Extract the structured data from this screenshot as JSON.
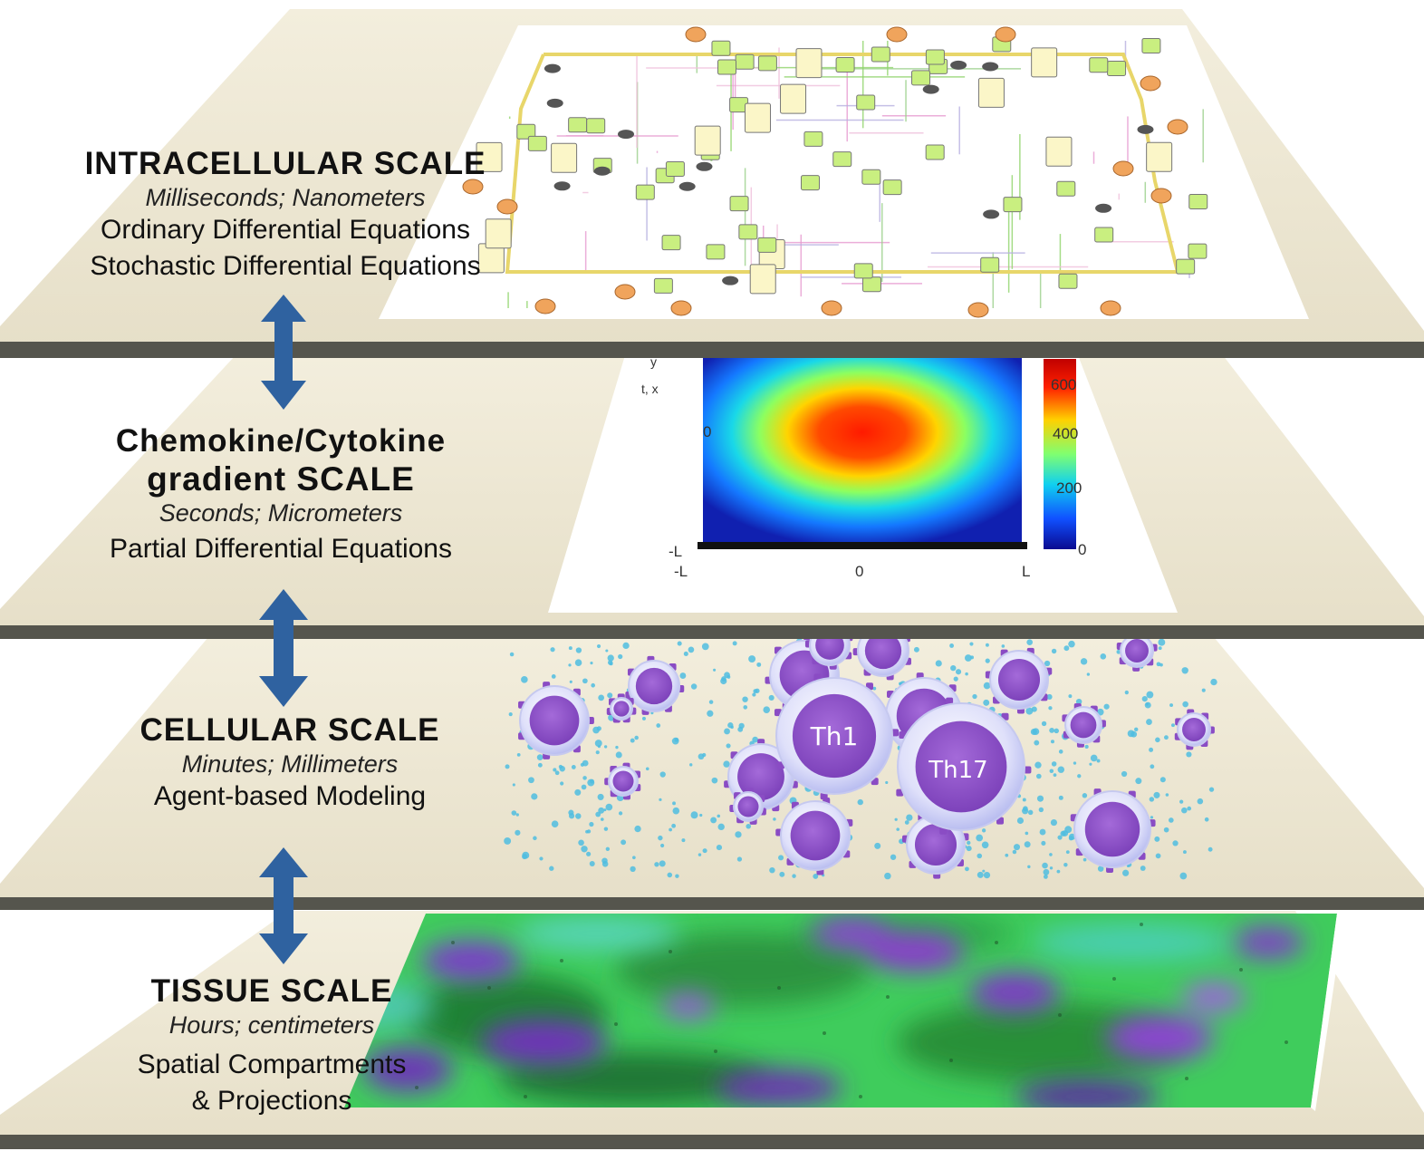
{
  "layers": [
    {
      "title": "INTRACELLULAR SCALE",
      "subtitle": "Milliseconds; Nanometers",
      "methods": [
        "Ordinary Differential Equations",
        "Stochastic Differential Equations"
      ]
    },
    {
      "title_lines": [
        "Chemokine/Cytokine",
        "gradient SCALE"
      ],
      "subtitle": "Seconds; Micrometers",
      "methods": [
        "Partial Differential Equations"
      ]
    },
    {
      "title": "CELLULAR SCALE",
      "subtitle": "Minutes; Millimeters",
      "methods": [
        "Agent-based Modeling"
      ]
    },
    {
      "title": "TISSUE SCALE",
      "subtitle": "Hours; centimeters",
      "methods": [
        "Spatial Compartments",
        "& Projections"
      ]
    }
  ],
  "heatmap": {
    "colorbar_ticks": [
      "600",
      "400",
      "200",
      "0"
    ],
    "x_ticks": [
      "-L",
      "0",
      "L"
    ],
    "y_ticks": [
      "0",
      "-L"
    ],
    "axis_glyphs": [
      "y",
      "t, x"
    ]
  },
  "cells": {
    "labels": [
      "Th1",
      "Th17"
    ]
  },
  "colors": {
    "plane": "#ece6d2",
    "plane_edge": "#5a5a52",
    "arrow": "#2f62a0",
    "cell_fill": "#8f56c7",
    "cell_ring": "#d9dbf7",
    "tissue_green": "#2fc45a",
    "tissue_purple": "#8a3ccc"
  }
}
